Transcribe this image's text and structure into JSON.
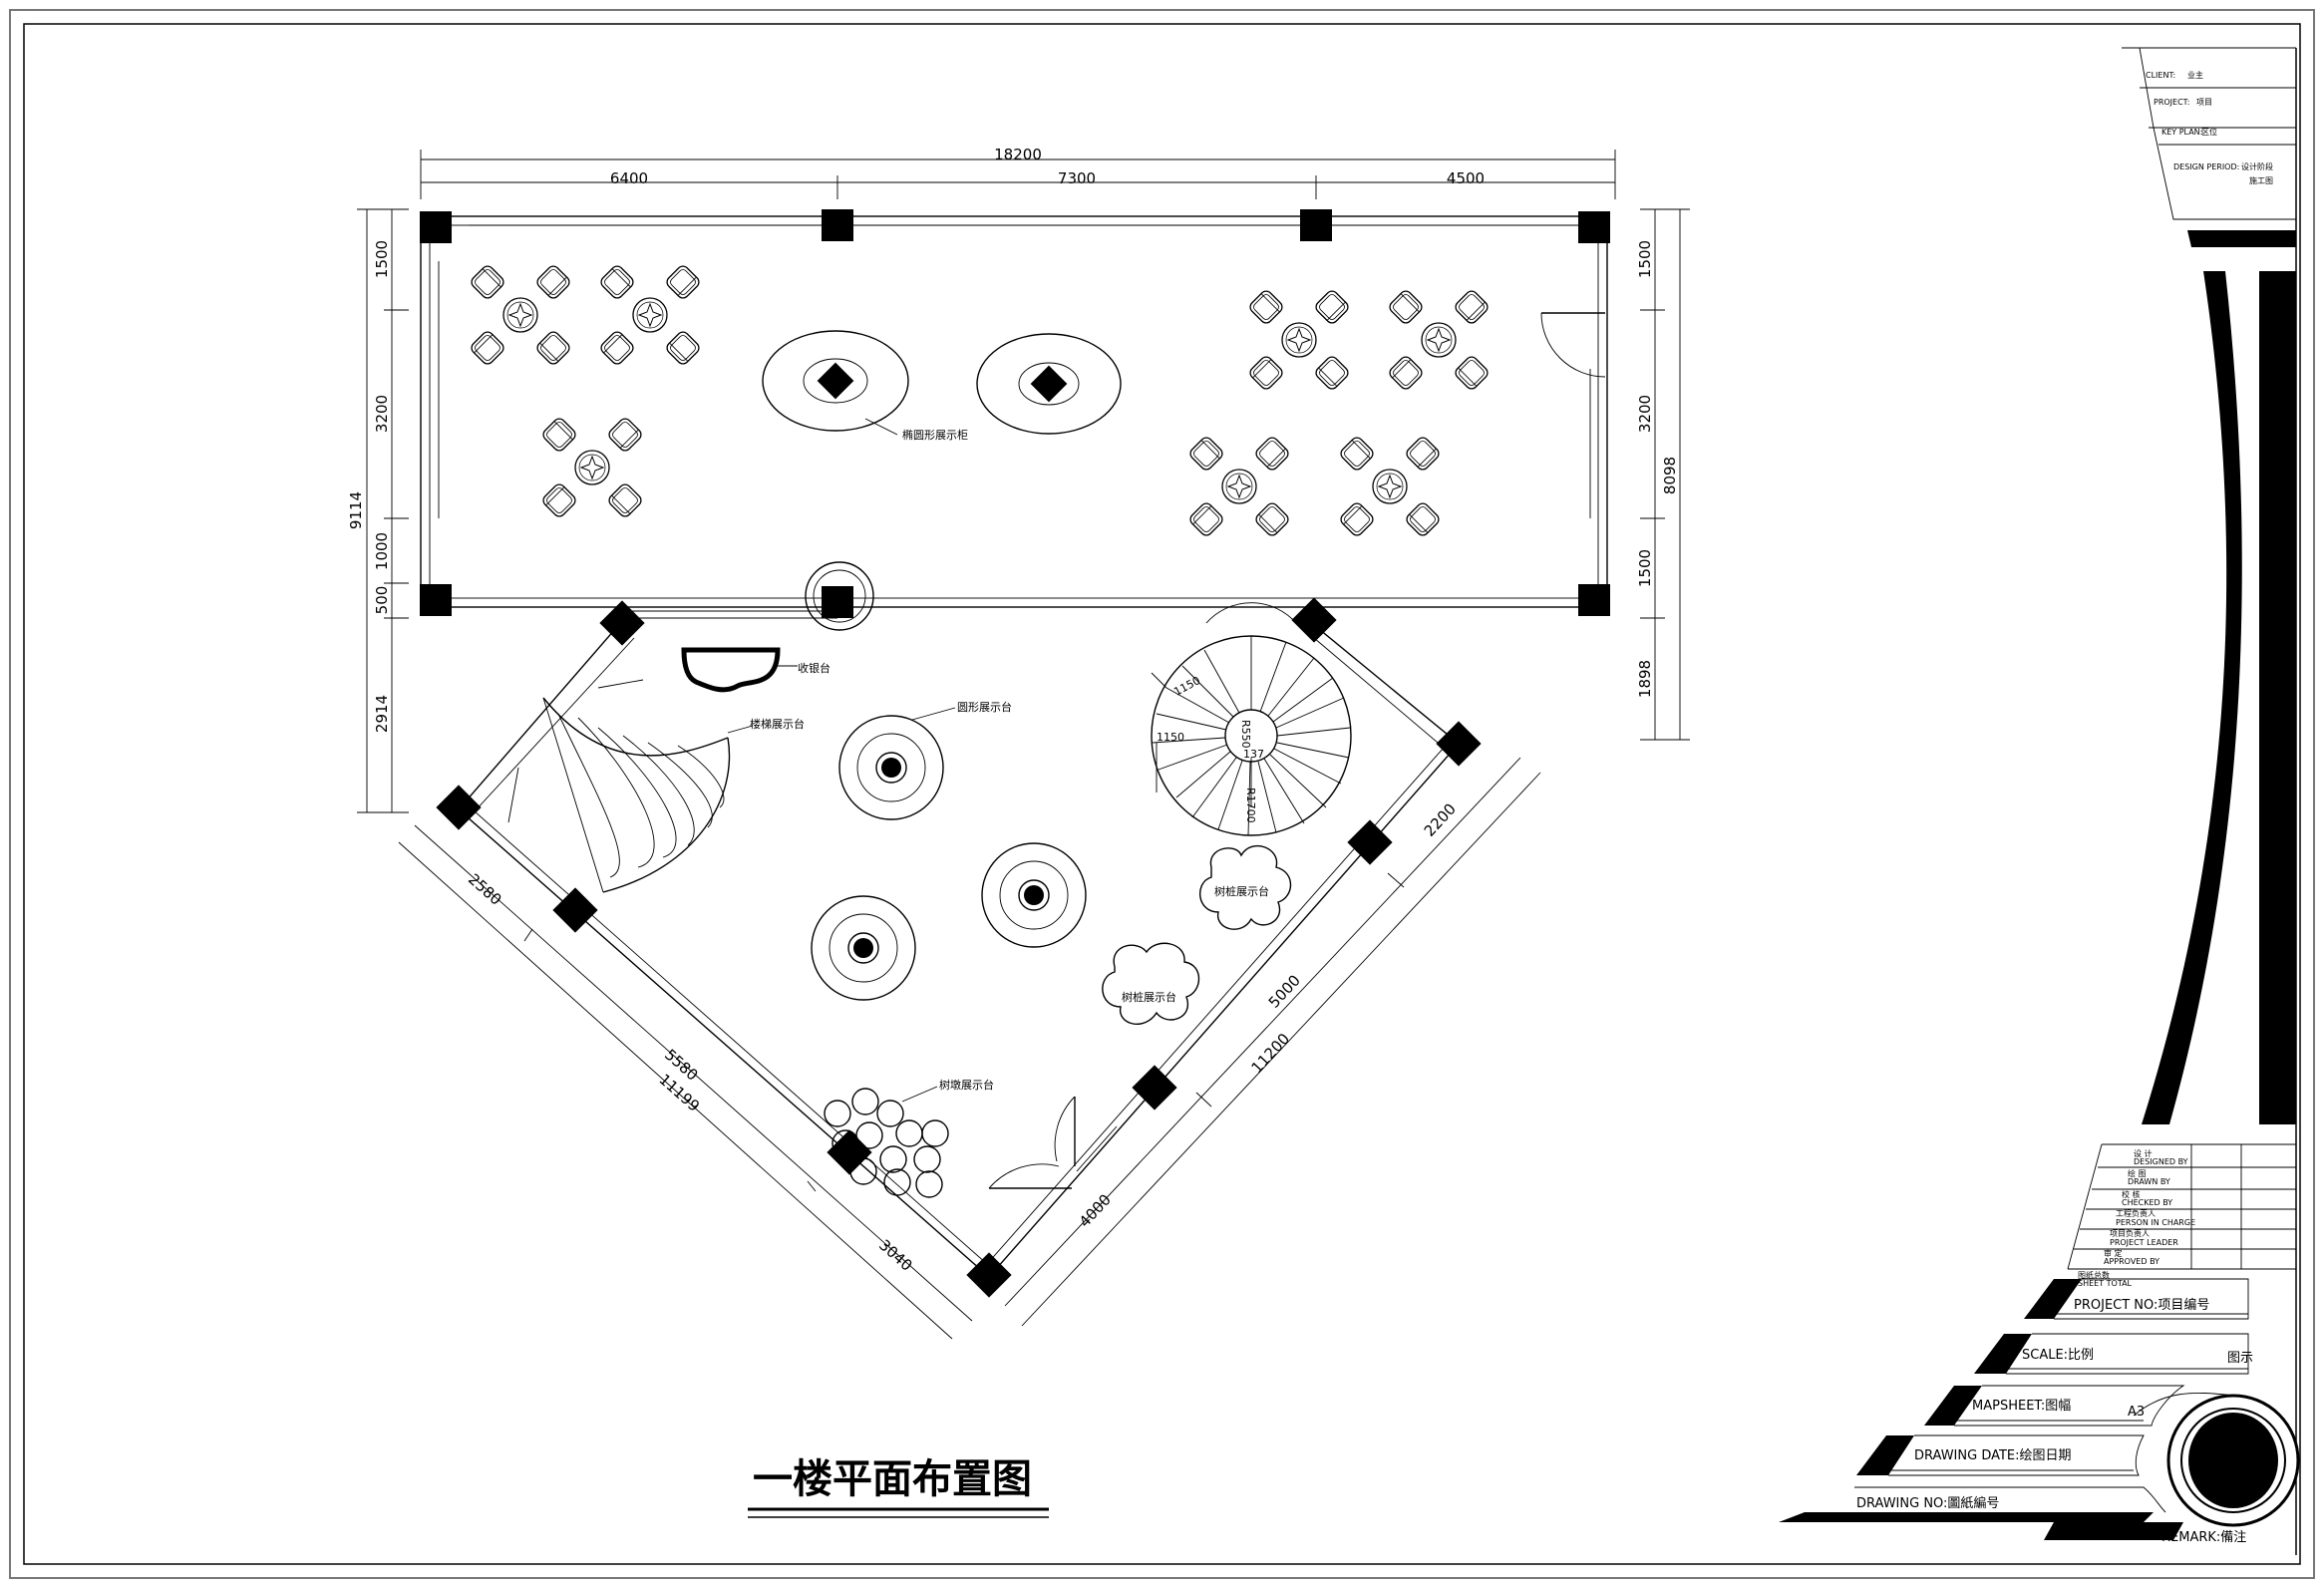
{
  "drawing": {
    "title": "一楼平面布置图",
    "dimensions": {
      "top_total": "18200",
      "top_seg1": "6400",
      "top_seg2": "7300",
      "top_seg3": "4500",
      "left_total": "9114",
      "left_1": "1500",
      "left_2": "3200",
      "left_3": "1000",
      "left_4": "500",
      "left_5": "2914",
      "right_total": "8098",
      "right_1": "1500",
      "right_2": "3200",
      "right_3": "1500",
      "right_4": "1898",
      "diag_a": "2580",
      "diag_b": "5580",
      "diag_c": "11199",
      "diag_d": "3040",
      "diag_e": "2200",
      "diag_f": "5000",
      "diag_g": "11200",
      "diag_h": "4000",
      "stair_a": "1150",
      "stair_b": "1150",
      "stair_r1": "R550",
      "stair_r2": "R1700",
      "stair_c": "137"
    },
    "labels": {
      "oval_cabinet": "椭圆形展示柜",
      "cashier": "收银台",
      "stair_display": "楼梯展示台",
      "round_display": "圆形展示台",
      "tree_display_1": "树桩展示台",
      "tree_display_2": "树桩展示台",
      "stump_display": "树墩展示台"
    }
  },
  "title_block": {
    "client": "CLIENT:",
    "client_value": "业主",
    "project": "PROJECT:",
    "project_value": "项目",
    "key_plan": "KEY PLAN:",
    "key_plan_value": "区位",
    "design_period": "DESIGN PERIOD:",
    "design_period_value": "设计阶段",
    "design_period_value2": "施工图",
    "sign_rows": [
      {
        "cn": "设 计",
        "en": "DESIGNED BY"
      },
      {
        "cn": "绘 图",
        "en": "DRAWN BY"
      },
      {
        "cn": "校 核",
        "en": "CHECKED BY"
      },
      {
        "cn": "工程负责人",
        "en": "PERSON IN CHARGE"
      },
      {
        "cn": "项目负责人",
        "en": "PROJECT LEADER"
      },
      {
        "cn": "审 定",
        "en": "APPROVED BY"
      },
      {
        "cn": "图纸总数",
        "en": "SHEET TOTAL"
      }
    ],
    "project_no": "PROJECT NO:项目编号",
    "scale": "SCALE:比例",
    "scale_value": "图示",
    "mapsheet": "MAPSHEET:图幅",
    "mapsheet_value": "A3",
    "drawing_date": "DRAWING DATE:绘图日期",
    "drawing_no": "DRAWING NO:圖紙編号",
    "remark": "REMARK:備注"
  }
}
